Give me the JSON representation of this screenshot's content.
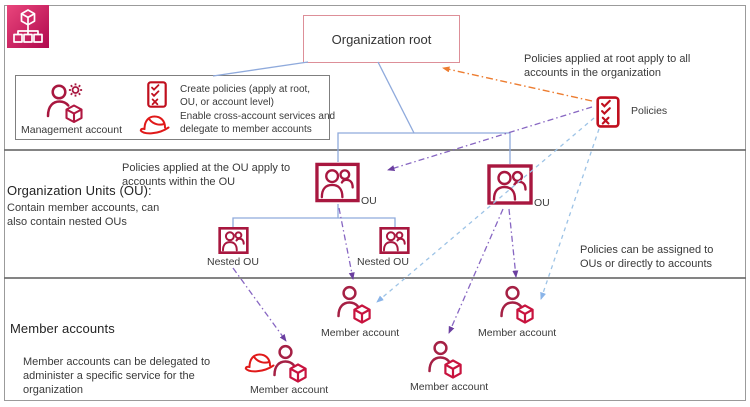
{
  "colors": {
    "brand_pink": "#c7205c",
    "icon_crimson": "#a8173f",
    "icon_red": "#c00f1e",
    "tree_blue": "#8faadc",
    "arrow_orange": "#ed7d31",
    "arrow_purple": "#7e57b5",
    "arrow_lightblue": "#9dc3e6"
  },
  "root": {
    "label": "Organization root"
  },
  "management": {
    "label": "Management account",
    "bullets": [
      "Create policies (apply at root, OU, or account level)",
      "Enable cross-account  services and delegate to member accounts"
    ]
  },
  "policies": {
    "label": "Policies"
  },
  "notes": {
    "root_policy": "Policies applied at root apply to all accounts in the organization",
    "ou_policy": "Policies applied at the OU apply to accounts within the OU",
    "assignment": "Policies can be assigned to OUs or directly to accounts"
  },
  "ou_section": {
    "heading": "Organization Units (OU):",
    "description": "Contain member  accounts, can also contain nested OUs",
    "ou_label": "OU",
    "nested_ou_label": "Nested OU"
  },
  "member_section": {
    "heading": "Member accounts",
    "description": "Member  accounts can be delegated to administer a specific service for the organization",
    "member_label": "Member account"
  }
}
